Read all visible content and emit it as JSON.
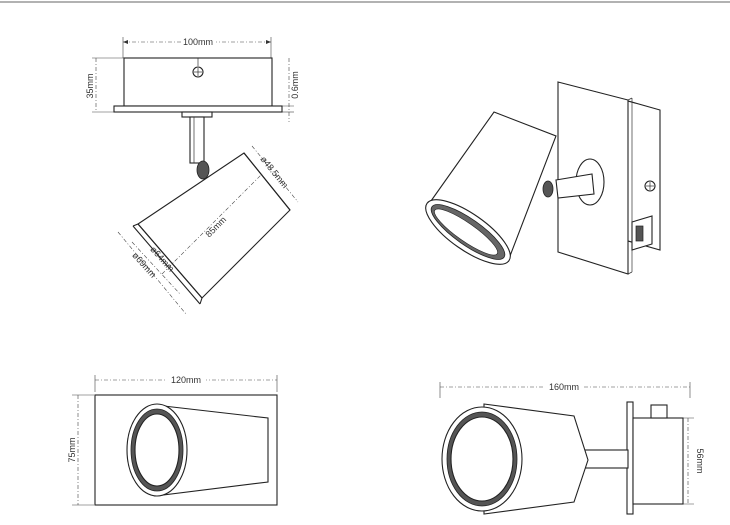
{
  "dimensions": {
    "top_width": "100mm",
    "top_height": "35mm",
    "plate_thickness": "0.6mm",
    "shade_small_dia": "ø48.5mm",
    "shade_length": "85mm",
    "shade_dia_mid": "ø64mm",
    "shade_dia_outer": "ø69mm",
    "front_width": "120mm",
    "front_height": "75mm",
    "side_width": "160mm",
    "side_height": "56mm"
  }
}
